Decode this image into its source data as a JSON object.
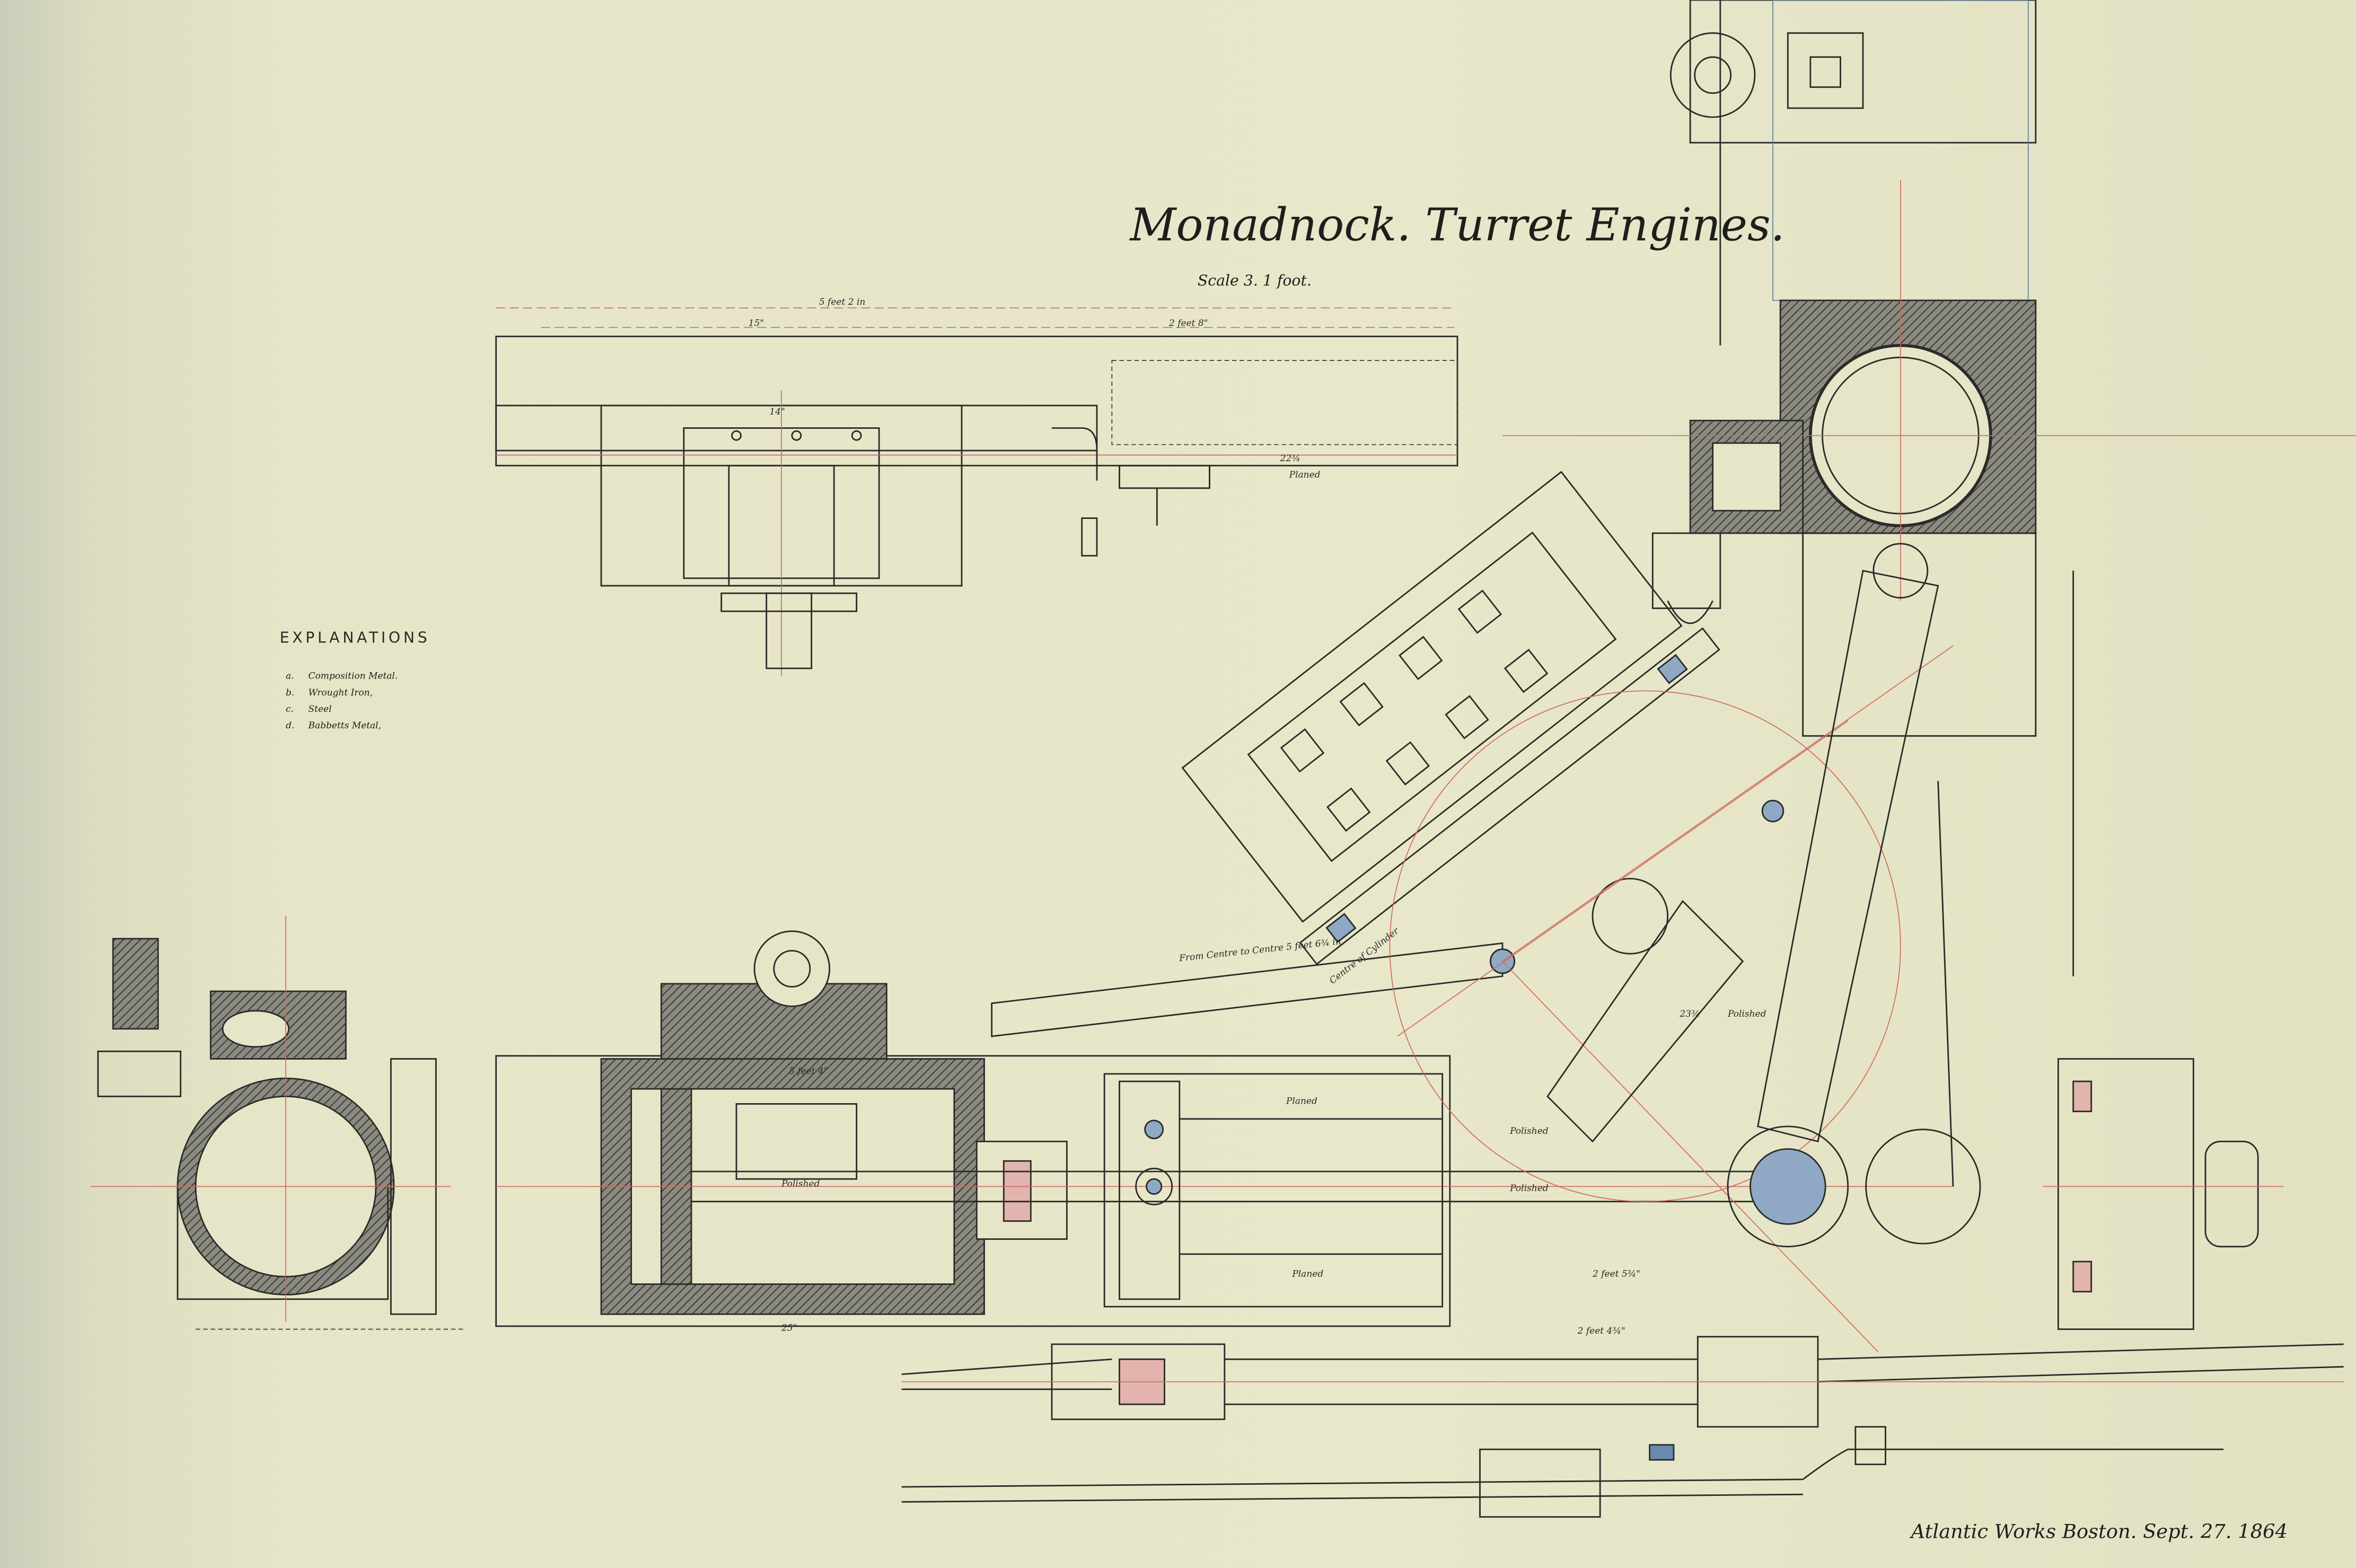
{
  "title": "Monadnock. Turret Engines.",
  "scale": "Scale 3. 1 foot.",
  "explanations": {
    "heading": "EXPLANATIONS",
    "items": [
      {
        "key": "a.",
        "text": "Composition Metal."
      },
      {
        "key": "b.",
        "text": "Wrought Iron,"
      },
      {
        "key": "c.",
        "text": "Steel"
      },
      {
        "key": "d.",
        "text": "Babbetts Metal,"
      }
    ]
  },
  "signature": "Atlantic Works Boston. Sept. 27. 1864",
  "annotations": {
    "planed_top": "Planed",
    "planed_guide_top": "Planed",
    "planed_guide_bottom": "Planed",
    "polished_rod": "Polished",
    "polished_crosshead": "Polished",
    "polished_link": "Polished",
    "polished_piston": "Polished",
    "connecting_rod": "From Centre to Centre 5 feet 6¾ in",
    "centre_cylinder": "Centre of Cylinder",
    "dim_overall": "5 feet 2 in",
    "dim_2ft8": "2 feet 8\"",
    "dim_14": "14\"",
    "dim_15": "15\"",
    "dim_22": "22¾",
    "dim_23": "23¾",
    "dim_5ft4": "5 feet 4\"",
    "dim_2ft5": "2 feet 5¾\"",
    "dim_25": "25\"",
    "dim_2ft_4": "2 feet 4¾\""
  },
  "colors": {
    "paper": "#e7e6c8",
    "ink": "#2b2b28",
    "red": "#d06a60",
    "blue": "#5d7fa8"
  }
}
